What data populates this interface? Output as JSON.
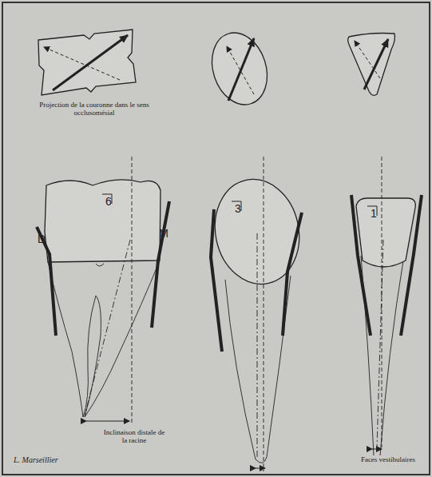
{
  "diagram": {
    "labels": [
      "Projection de la couronne dans le sens occlusomésial",
      "6",
      "3",
      "1",
      "D",
      "M",
      "Inclinaison distale de la racine",
      "Faces vestibulaires",
      "L. Marseillier"
    ]
  }
}
